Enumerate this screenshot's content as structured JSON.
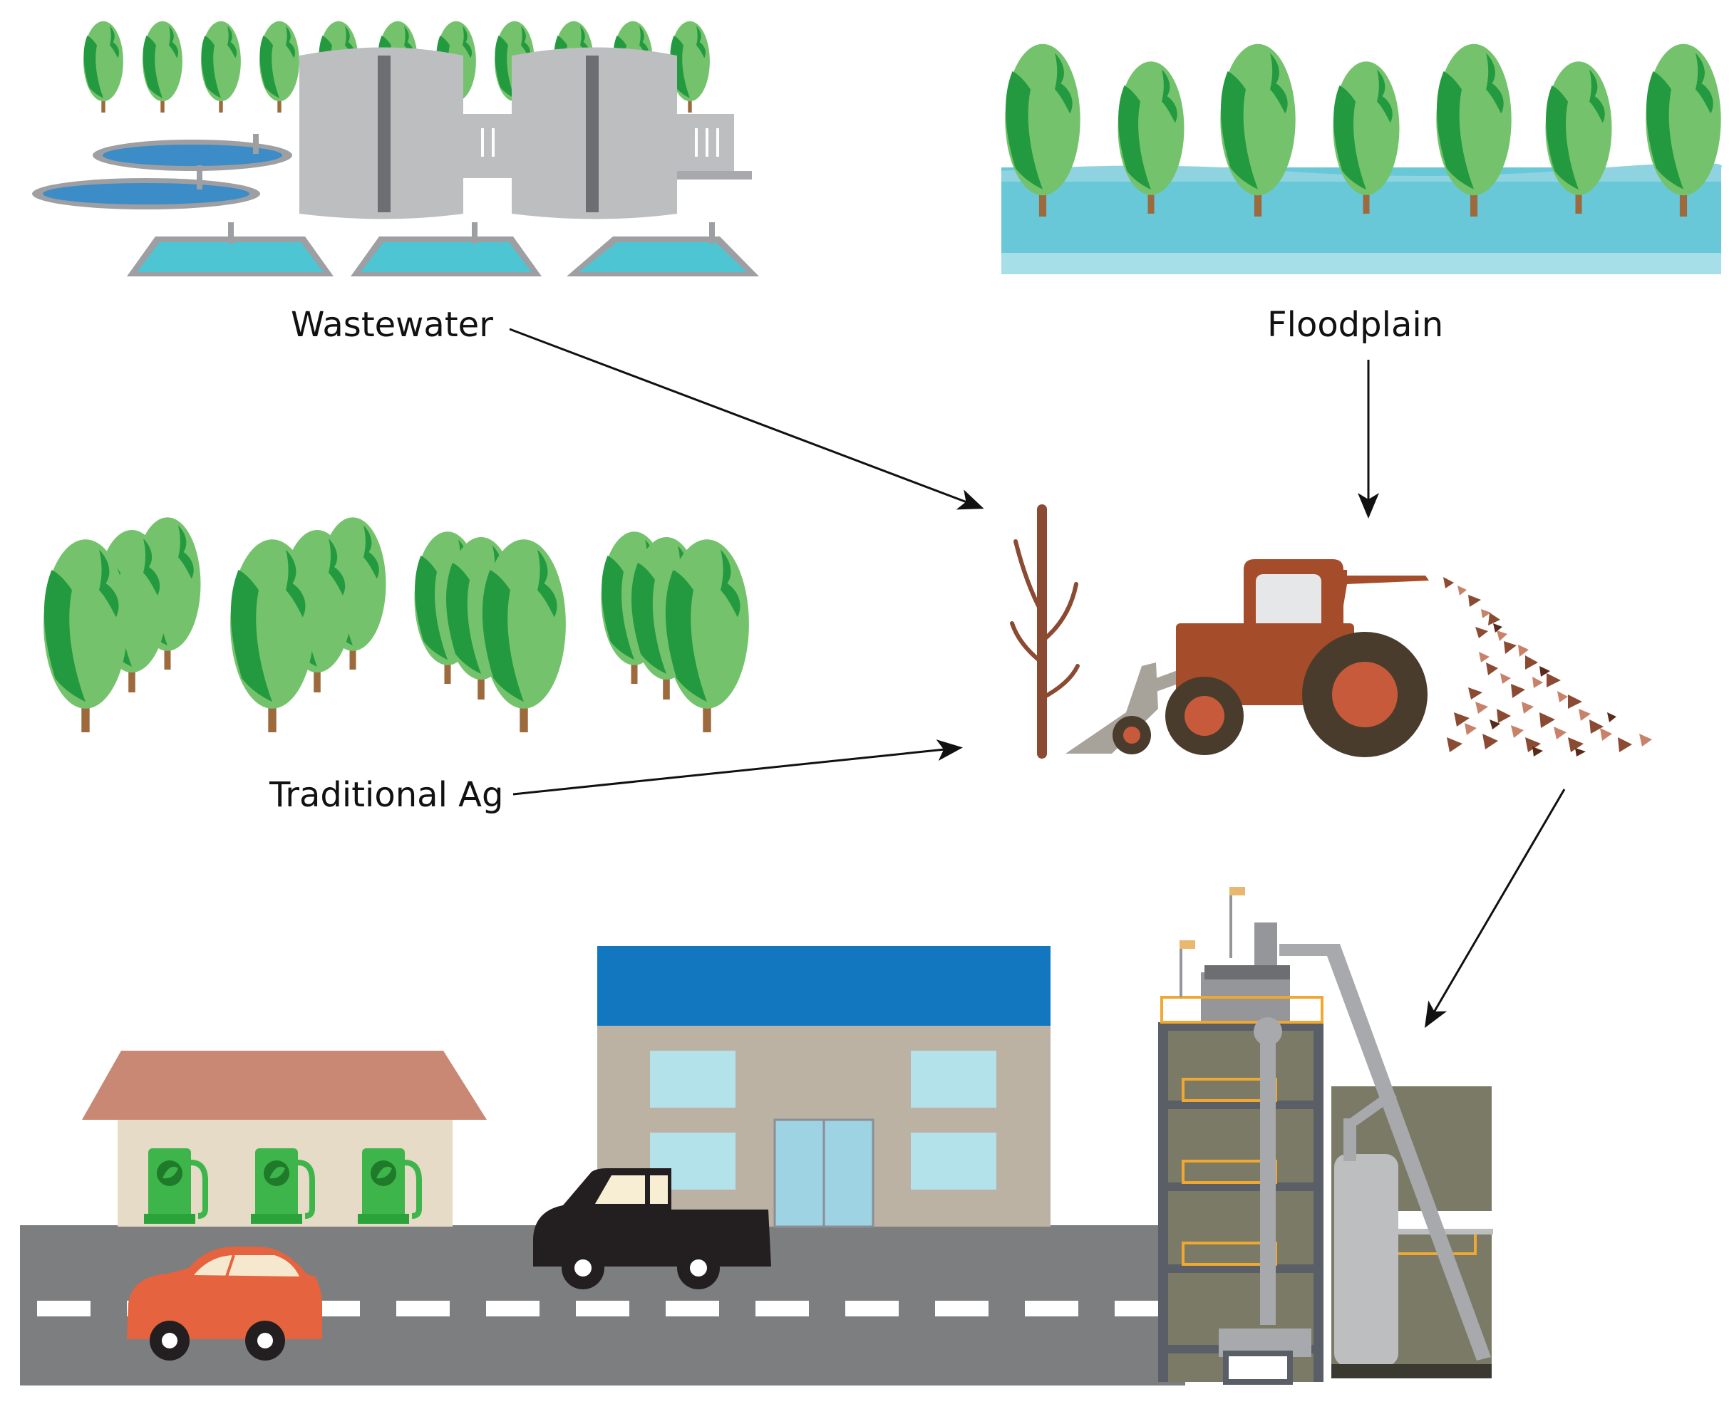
{
  "labels": {
    "wastewater": "Wastewater",
    "floodplain": "Floodplain",
    "traditional_ag": "Traditional Ag"
  },
  "colors": {
    "tree_light": "#74c36c",
    "tree_dark": "#249a40",
    "trunk": "#9c6a3c",
    "water": "#68c8d8",
    "basin_water": "#3c8cc8",
    "plant_gray": "#bcbec0",
    "tractor": "#a54c2a",
    "road": "#7d7e80",
    "roof_blue": "#1277bf",
    "wall_tan": "#bcb2a4",
    "roof_station": "#c98874",
    "pump_green": "#3db54a",
    "car_orange": "#e5633e",
    "biorefinery": "#7a7a66"
  },
  "icons": [
    "tree-icon",
    "treatment-plant-icon",
    "tractor-icon",
    "wood-chips-icon",
    "fuel-pump-icon",
    "car-icon",
    "pickup-truck-icon",
    "biorefinery-icon"
  ]
}
